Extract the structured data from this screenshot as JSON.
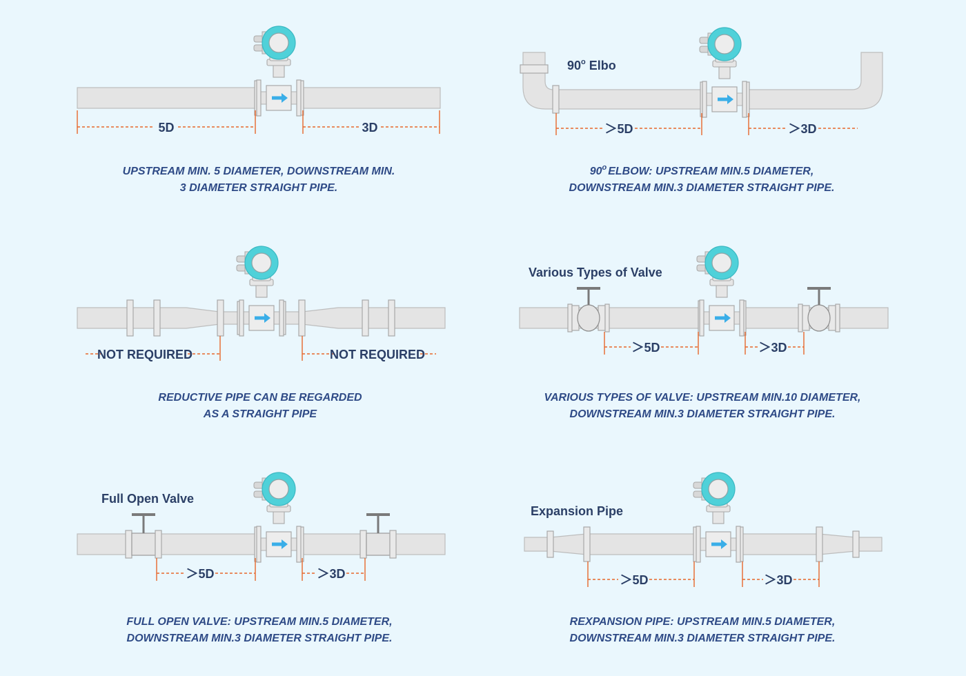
{
  "panels": [
    {
      "id": "straight",
      "dims": [
        "5D",
        "3D"
      ],
      "caption": [
        "UPSTREAM MIN. 5 DIAMETER, DOWNSTREAM MIN.",
        "3 DIAMETER STRAIGHT PIPE."
      ]
    },
    {
      "id": "elbow",
      "label": "90",
      "label_sup": "o",
      "label_tail": " Elbo",
      "dims": [
        "＞5D",
        "＞3D"
      ],
      "caption_prefix": "90",
      "caption_sup": "o",
      "caption": [
        "ELBOW: UPSTREAM MIN.5 DIAMETER,",
        "DOWNSTREAM MIN.3 DIAMETER STRAIGHT PIPE."
      ]
    },
    {
      "id": "reductive",
      "dims": [
        "NOT REQUIRED",
        "NOT REQUIRED"
      ],
      "caption": [
        "REDUCTIVE PIPE CAN BE REGARDED",
        "AS A STRAIGHT PIPE"
      ]
    },
    {
      "id": "valves",
      "label": "Various Types of Valve",
      "dims": [
        "＞5D",
        "＞3D"
      ],
      "caption": [
        "VARIOUS TYPES OF VALVE: UPSTREAM MIN.10 DIAMETER,",
        "DOWNSTREAM MIN.3 DIAMETER STRAIGHT PIPE."
      ]
    },
    {
      "id": "fullopen",
      "label": "Full Open Valve",
      "dims": [
        "＞5D",
        "＞3D"
      ],
      "caption": [
        "FULL OPEN VALVE: UPSTREAM MIN.5 DIAMETER,",
        "DOWNSTREAM MIN.3 DIAMETER STRAIGHT PIPE."
      ]
    },
    {
      "id": "expansion",
      "label": "Expansion Pipe",
      "dims": [
        "＞5D",
        "＞3D"
      ],
      "caption": [
        "REXPANSION PIPE: UPSTREAM MIN.5 DIAMETER,",
        "DOWNSTREAM MIN.3 DIAMETER STRAIGHT PIPE."
      ]
    }
  ],
  "colors": {
    "background": "#eaf7fd",
    "pipe": "#e4e4e4",
    "dimension_line": "#e8662a",
    "meter_head": "#4fd1d9",
    "flow_arrow": "#3aaee8",
    "text": "#2b3f66"
  },
  "icons": [
    "flowmeter-icon",
    "flow-arrow-icon",
    "valve-icon"
  ]
}
